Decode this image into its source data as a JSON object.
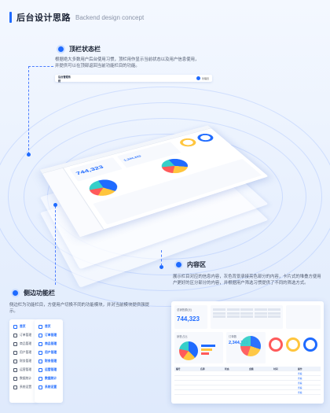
{
  "header": {
    "title": "后台设计思路",
    "subtitle": "Backend design concept",
    "accent": "#1f6bff"
  },
  "topbar_section": {
    "title": "顶栏状态栏",
    "desc": "根据绝大多数用户后台使用习惯，顶栏用作显示当前状态以及用户信息使用，并提供可以在顶部返回当前功能栏目的功能。",
    "preview": {
      "logo": "后台管理系统",
      "user": "管理员"
    }
  },
  "content_section": {
    "title": "内容区",
    "desc": "展示栏目对应的信息内容，灰色背景承接亮色部分的内容，卡片式的堆叠方便用户更好的区分部分的内容，并根据用户筛选习惯提供了不同的筛选方式。"
  },
  "sidebar_section": {
    "title": "侧边功能栏",
    "desc": "侧边栏为功能栏目，方便用户切换不同的功能模块，并对当前模块提供强提示。",
    "items_left": [
      "首页",
      "订单管理",
      "商品管理",
      "用户管理",
      "财务管理",
      "运营管理",
      "数据统计",
      "系统设置"
    ],
    "items_right": [
      "首页",
      "订单管理",
      "商品管理",
      "用户管理",
      "财务管理",
      "运营管理",
      "数据统计",
      "系统设置"
    ]
  },
  "panel": {
    "card1_label": "总销售额(元)",
    "card1_value": "744,323",
    "card2_label": "订单数",
    "card2_value": "2,344,323",
    "chart1_label": "销售占比",
    "table_headers": [
      "编号",
      "名称",
      "状态",
      "金额",
      "时间",
      "操作"
    ],
    "table_link": "查看"
  },
  "stack": {
    "card1_value": "744,323",
    "card2_value": "1,344,323"
  },
  "colors": {
    "blue": "#1f6bff",
    "yellow": "#ffc53d",
    "red": "#ff5a5a",
    "green": "#36cfc9",
    "purple": "#8a6cff"
  }
}
